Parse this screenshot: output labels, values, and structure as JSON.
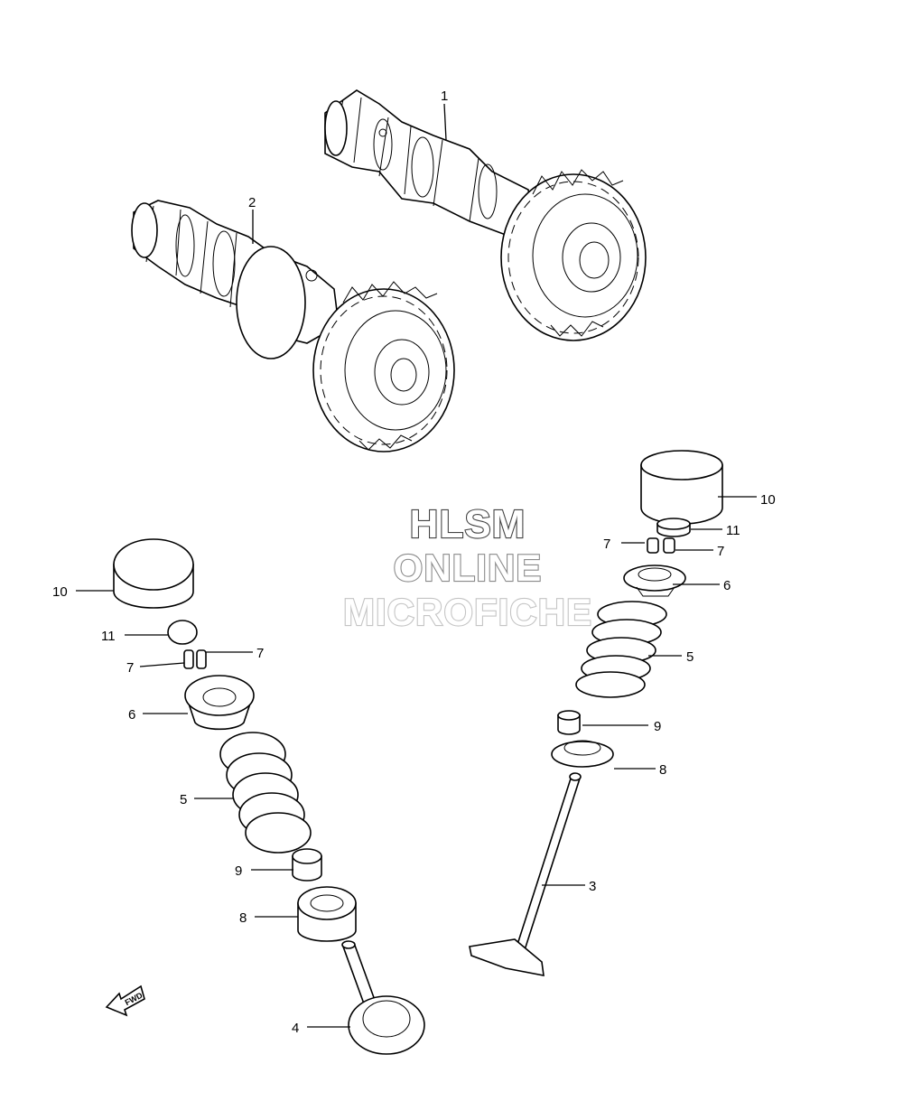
{
  "watermark": {
    "line1": "HLSM",
    "line2": "ONLINE",
    "line3": "MICROFICHE",
    "colors": [
      "#444444",
      "#8a8a8a",
      "#c4c4c4"
    ]
  },
  "fwd_label": "FWD",
  "callouts": [
    {
      "id": "c1",
      "label": "1"
    },
    {
      "id": "c2",
      "label": "2"
    },
    {
      "id": "c3",
      "label": "3"
    },
    {
      "id": "c4",
      "label": "4"
    },
    {
      "id": "c5r",
      "label": "5"
    },
    {
      "id": "c5l",
      "label": "5"
    },
    {
      "id": "c6r",
      "label": "6"
    },
    {
      "id": "c6l",
      "label": "6"
    },
    {
      "id": "c7ra",
      "label": "7"
    },
    {
      "id": "c7rb",
      "label": "7"
    },
    {
      "id": "c7la",
      "label": "7"
    },
    {
      "id": "c7lb",
      "label": "7"
    },
    {
      "id": "c8r",
      "label": "8"
    },
    {
      "id": "c8l",
      "label": "8"
    },
    {
      "id": "c9r",
      "label": "9"
    },
    {
      "id": "c9l",
      "label": "9"
    },
    {
      "id": "c10r",
      "label": "10"
    },
    {
      "id": "c10l",
      "label": "10"
    },
    {
      "id": "c11r",
      "label": "11"
    },
    {
      "id": "c11l",
      "label": "11"
    }
  ]
}
